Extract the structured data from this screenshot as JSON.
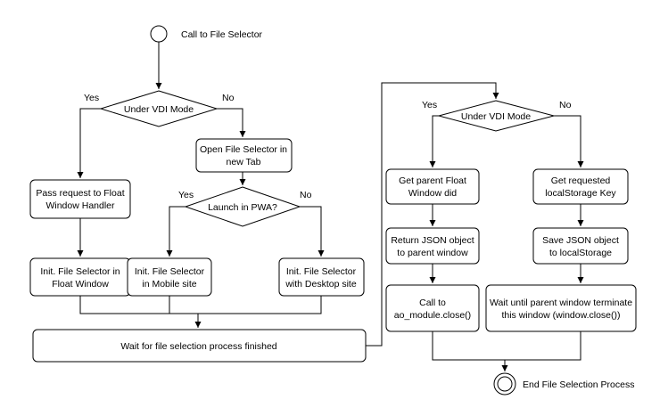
{
  "start_label": "Call to File Selector",
  "end_label": "End File Selection Process",
  "left": {
    "decision_vdi": "Under VDI Mode",
    "yes": "Yes",
    "no": "No",
    "pass_request": [
      "Pass request to Float",
      "Window Handler"
    ],
    "open_new_tab": [
      "Open File Selector in",
      "new Tab"
    ],
    "decision_pwa": "Launch in PWA?",
    "pwa_yes": "Yes",
    "pwa_no": "No",
    "init_float": [
      "Init. File Selector in",
      "Float Window"
    ],
    "init_mobile": [
      "Init. File Selector",
      "in Mobile site"
    ],
    "init_desktop": [
      "Init. File Selector",
      "with Desktop site"
    ],
    "wait_selection": "Wait for file selection process finished"
  },
  "right": {
    "decision_vdi": "Under VDI Mode",
    "yes": "Yes",
    "no": "No",
    "get_parent": [
      "Get parent Float",
      "Window did"
    ],
    "get_storage_key": [
      "Get requested",
      "localStorage Key"
    ],
    "return_json": [
      "Return JSON object",
      "to parent window"
    ],
    "save_json": [
      "Save JSON object",
      "to localStorage"
    ],
    "call_close": [
      "Call to",
      "ao_module.close()"
    ],
    "wait_parent": [
      "Wait until parent window terminate",
      "this window (window.close())"
    ]
  }
}
